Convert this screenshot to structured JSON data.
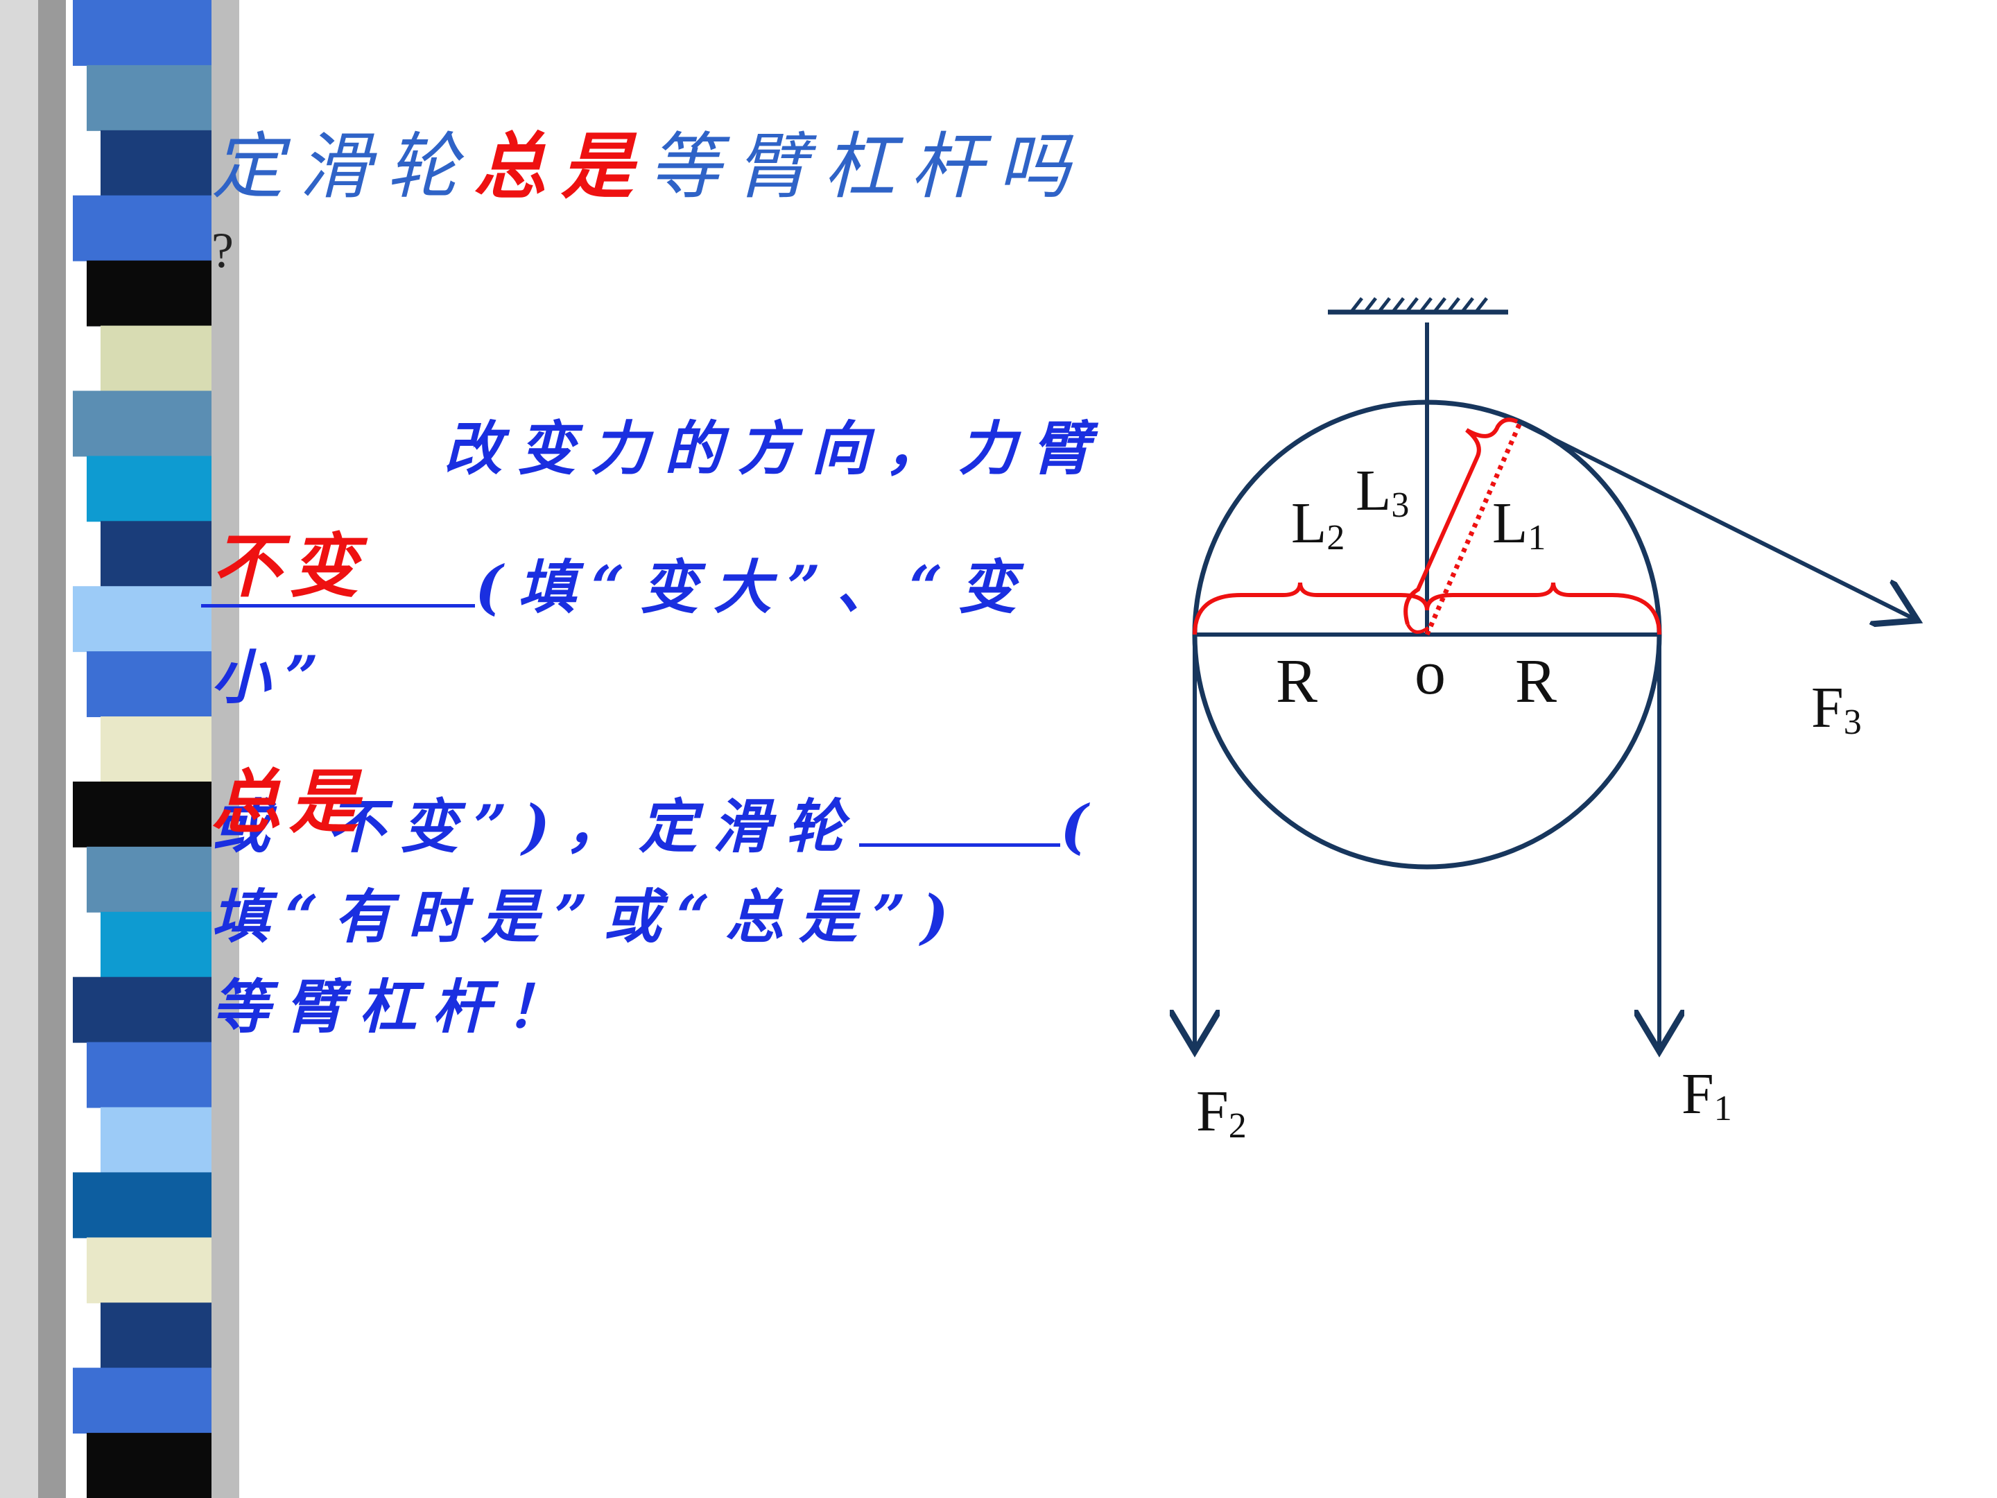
{
  "title": {
    "part1": "定滑轮",
    "emph": "总是",
    "part2": "等臂杠杆吗",
    "qmark": "?"
  },
  "text": {
    "line1": "改变力的方向，力臂",
    "line2_rest": "(填“变大”、“变",
    "line3": "小”",
    "line4_start": "或",
    "line4_mid": "不变”)，定滑轮",
    "line4_end": "(",
    "line5": "填“有时是”或“总是”)",
    "line6": "等臂杠杆！"
  },
  "answers": {
    "a1": "不变",
    "a2": "总是"
  },
  "diagram": {
    "labels": {
      "L1": "L1",
      "L2": "L2",
      "L3": "L3",
      "R_left": "R",
      "O": "o",
      "R_right": "R",
      "F1": "F1",
      "F2": "F2",
      "F3": "F3"
    },
    "colors": {
      "structure": "#17365d",
      "arm": "#ee1111"
    }
  },
  "sidebar": {
    "colors": [
      "#3c6fd4",
      "#1a3d7a",
      "#5b8eb3",
      "#0e9bd1",
      "#0a0a0a",
      "#d8dcb3",
      "#9ccbf7",
      "#2a5fa8",
      "#e9e8c8",
      "#0d5ea0"
    ]
  }
}
